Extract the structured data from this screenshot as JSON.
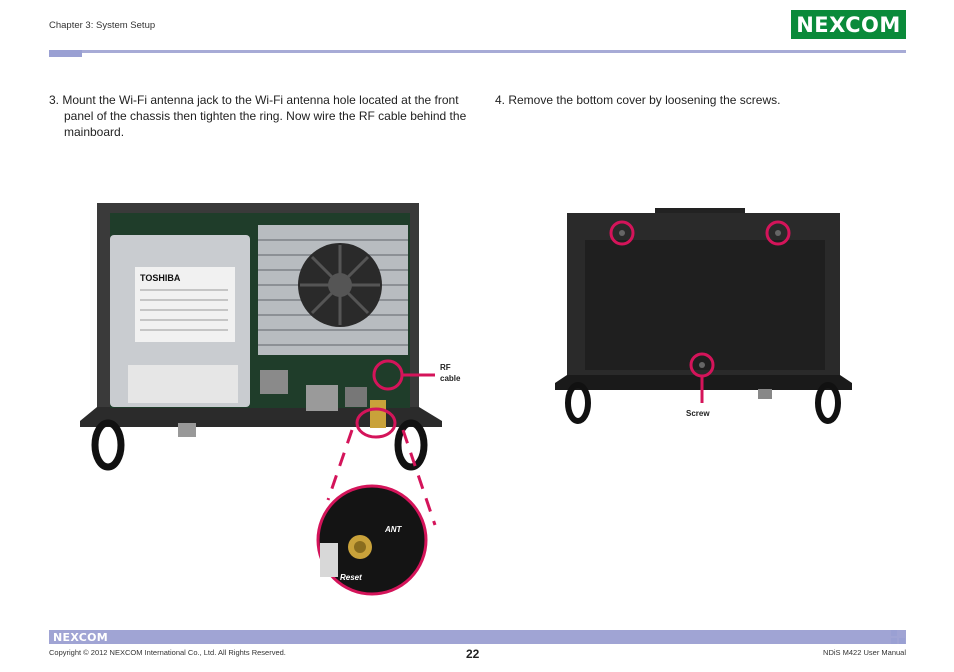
{
  "header": {
    "chapter": "Chapter 3: System Setup",
    "logo_text": "NEXCOM"
  },
  "steps": {
    "step3": "3. Mount the Wi-Fi antenna jack to the Wi-Fi antenna hole located at the front panel of the chassis then tighten the ring. Now wire the RF cable behind the mainboard.",
    "step4": "4. Remove the bottom cover by loosening the screws."
  },
  "figure_left": {
    "label_rf": "RF",
    "label_cable": "cable",
    "zoom_ant": "ANT",
    "zoom_reset": "Reset",
    "hdd_brand": "TOSHIBA"
  },
  "figure_right": {
    "label_screw": "Screw"
  },
  "colors": {
    "accent": "#a7abd6",
    "callout": "#d4145a",
    "logo_green": "#0a8a3a"
  },
  "footer": {
    "logo_text": "NEXCOM",
    "copyright": "Copyright © 2012 NEXCOM International Co., Ltd. All Rights Reserved.",
    "page_number": "22",
    "manual": "NDiS M422 User Manual"
  }
}
